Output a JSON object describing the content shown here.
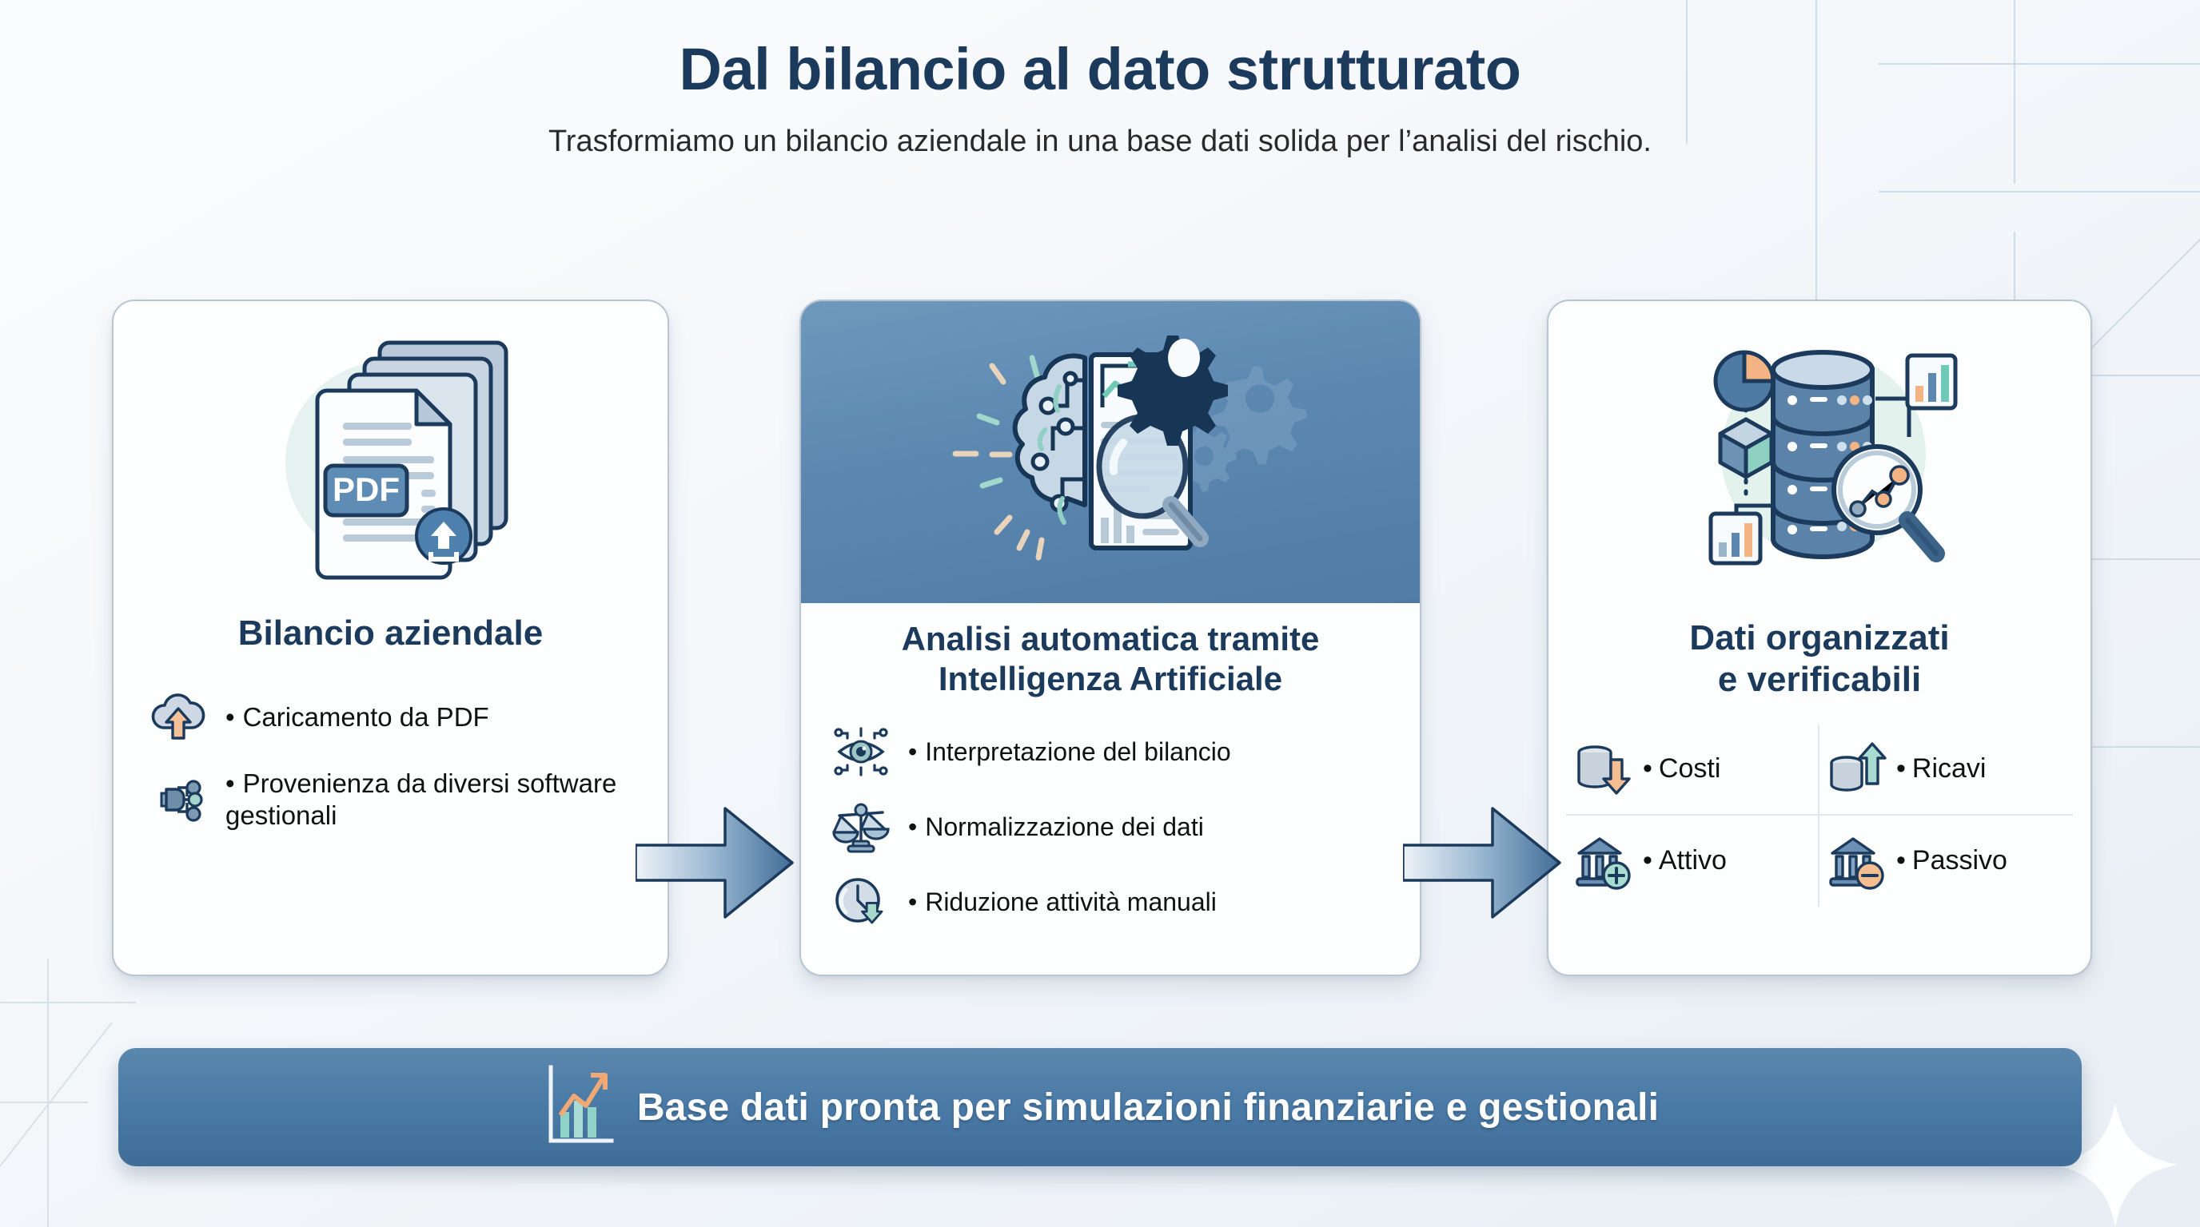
{
  "header": {
    "title": "Dal bilancio al dato strutturato",
    "subtitle": "Trasformiamo un bilancio aziendale in una base dati solida per l’analisi del rischio."
  },
  "colors": {
    "title_navy": "#1b3a5c",
    "card_header_blue": "#5b87b0",
    "banner_blue": "#4a7aa6",
    "accent_orange": "#f0a875",
    "accent_teal": "#8fcfc4",
    "page_background": "#f4f7fa",
    "card_background": "#fdfefe",
    "card_border": "#b9c6d2"
  },
  "cards": [
    {
      "id": "bilancio-aziendale",
      "title": "Bilancio aziendale",
      "art_icon": "pdf-document-stack-upload-icon",
      "bullets": [
        {
          "icon": "cloud-upload-icon",
          "text": "Caricamento da PDF"
        },
        {
          "icon": "plug-connector-icon",
          "text": "Provenienza da diversi software gestionali"
        }
      ]
    },
    {
      "id": "analisi-automatica-ai",
      "title": "Analisi automatica tramite Intelligenza Artificiale",
      "title_line_1": "Analisi automatica tramite",
      "title_line_2": "Intelligenza Artificiale",
      "art_icon": "ai-brain-document-magnifier-gears-icon",
      "bullets": [
        {
          "icon": "eye-scan-icon",
          "text": "Interpretazione del bilancio"
        },
        {
          "icon": "balance-scales-icon",
          "text": "Normalizzazione dei dati"
        },
        {
          "icon": "clock-down-arrow-icon",
          "text": "Riduzione attività manuali"
        }
      ]
    },
    {
      "id": "dati-organizzati",
      "title": "Dati organizzati e verificabili",
      "title_line_1": "Dati organizzati",
      "title_line_2": "e verificabili",
      "art_icon": "database-charts-magnifier-icon",
      "quadrants": [
        {
          "icon": "coins-down-arrow-icon",
          "label": "Costi"
        },
        {
          "icon": "coins-up-arrow-icon",
          "label": "Ricavi"
        },
        {
          "icon": "bank-plus-icon",
          "label": "Attivo"
        },
        {
          "icon": "bank-minus-icon",
          "label": "Passivo"
        }
      ]
    }
  ],
  "flow": {
    "arrow_1": "arrow-right-icon",
    "arrow_2": "arrow-right-icon"
  },
  "banner": {
    "icon": "bar-chart-trend-up-icon",
    "text": "Base dati pronta per simulazioni finanziarie e gestionali"
  },
  "bullet_marker": "•"
}
